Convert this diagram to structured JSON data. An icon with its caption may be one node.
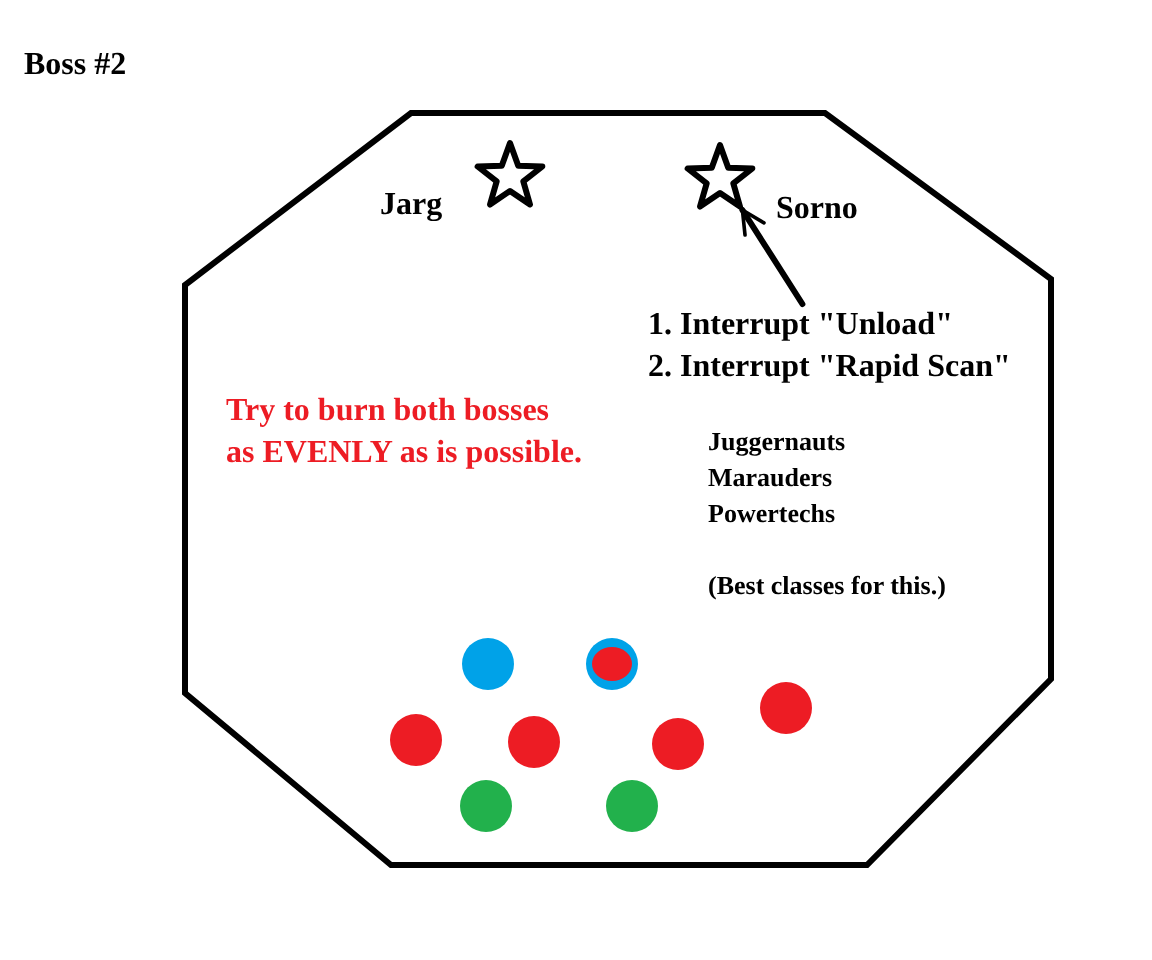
{
  "diagram": {
    "title": "Boss #2",
    "nodes": [
      {
        "text": [
          "Try to burn both bosses as EVENLY as is possible.",
          "Juggernauts",
          "Marauders",
          "Powertechs",
          "(Best classes for this.)"
        ]
      },
      {
        "text": [],
        "shape": "star",
        "beside": [
          "Jarg"
        ],
        "in": 0
      },
      {
        "text": [],
        "shape": "star",
        "beside": [
          "Sorno"
        ],
        "in": 0
      },
      {
        "text": [
          "1. Interrupt \"Unload\"",
          "2. Interrupt \"Rapid Scan\""
        ],
        "in": 0
      }
    ],
    "edges": [
      {
        "from": 3,
        "to": 2,
        "arrow": "to"
      }
    ]
  }
}
